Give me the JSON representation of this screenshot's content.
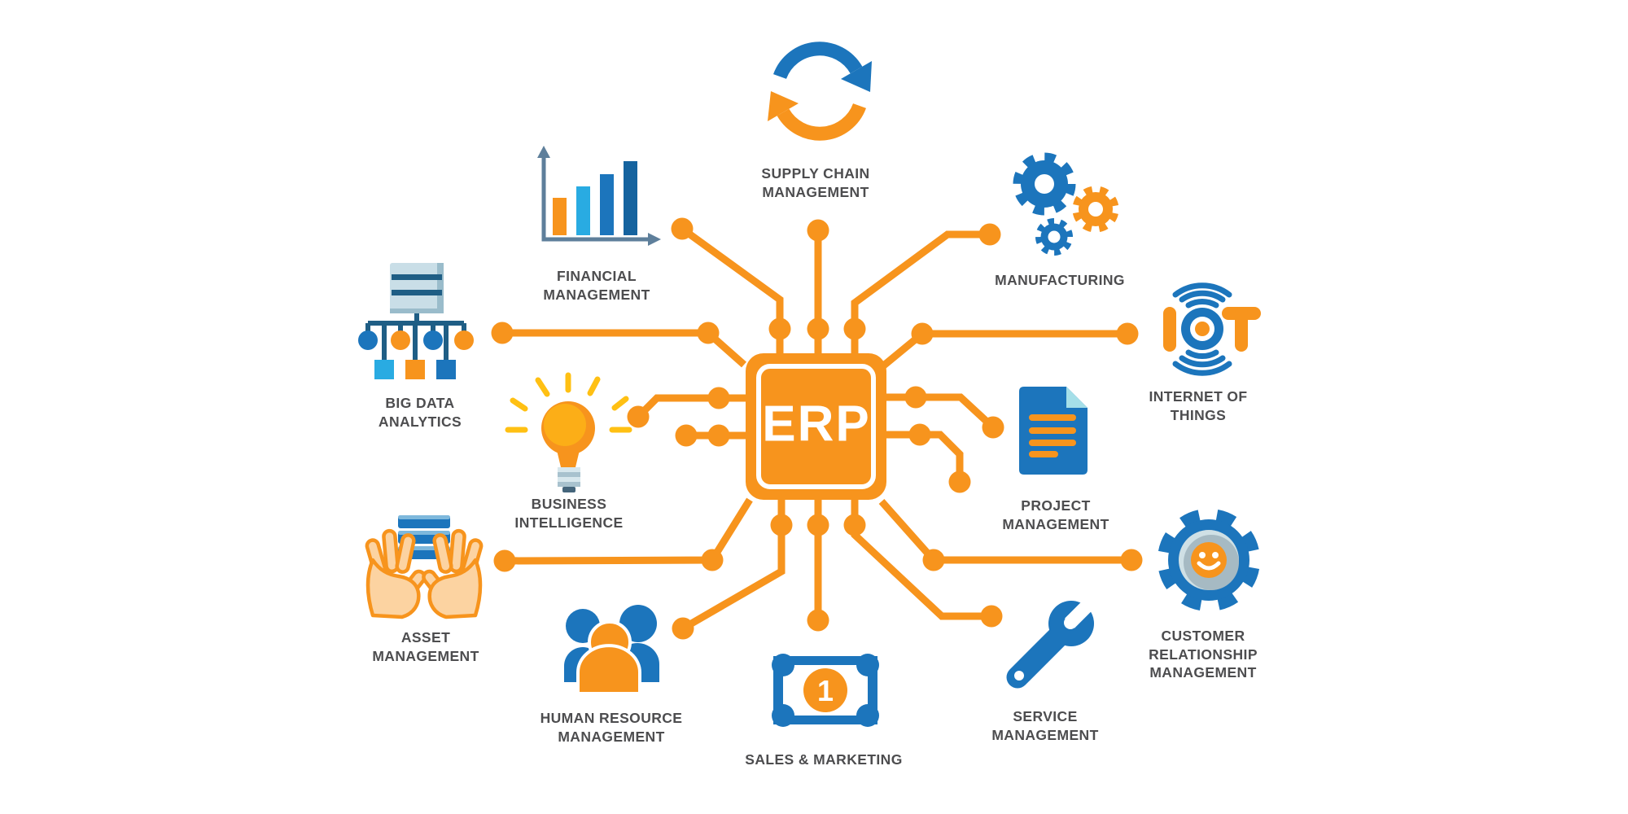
{
  "center": {
    "label": "ERP"
  },
  "palette": {
    "orange": "#F7941D",
    "blue": "#1C75BC",
    "light_blue": "#29ABE2",
    "dark_bar_blue": "#15639F",
    "label_text": "#4D4D4F"
  },
  "nodes": [
    {
      "id": "supply-chain-management",
      "icon": "sync-arrows-icon",
      "lines": [
        "SUPPLY CHAIN",
        "MANAGEMENT"
      ]
    },
    {
      "id": "financial-management",
      "icon": "bar-chart-icon",
      "lines": [
        "FINANCIAL",
        "MANAGEMENT"
      ]
    },
    {
      "id": "manufacturing",
      "icon": "gears-icon",
      "lines": [
        "MANUFACTURING"
      ]
    },
    {
      "id": "big-data-analytics",
      "icon": "data-tree-icon",
      "lines": [
        "BIG DATA",
        "ANALYTICS"
      ]
    },
    {
      "id": "internet-of-things",
      "icon": "iot-icon",
      "icon_text": "IoT",
      "lines": [
        "INTERNET OF",
        "THINGS"
      ]
    },
    {
      "id": "business-intelligence",
      "icon": "lightbulb-icon",
      "lines": [
        "BUSINESS",
        "INTELLIGENCE"
      ]
    },
    {
      "id": "project-management",
      "icon": "document-icon",
      "lines": [
        "PROJECT",
        "MANAGEMENT"
      ]
    },
    {
      "id": "asset-management",
      "icon": "hands-holding-servers-icon",
      "lines": [
        "ASSET",
        "MANAGEMENT"
      ]
    },
    {
      "id": "customer-relationship-management",
      "icon": "gear-smiley-icon",
      "lines": [
        "CUSTOMER",
        "RELATIONSHIP",
        "MANAGEMENT"
      ]
    },
    {
      "id": "service-management",
      "icon": "wrench-icon",
      "lines": [
        "SERVICE",
        "MANAGEMENT"
      ]
    },
    {
      "id": "human-resource-management",
      "icon": "people-group-icon",
      "lines": [
        "HUMAN RESOURCE",
        "MANAGEMENT"
      ]
    },
    {
      "id": "sales-marketing",
      "icon": "banknote-icon",
      "lines": [
        "SALES & MARKETING"
      ],
      "banknote_number": "1"
    }
  ]
}
